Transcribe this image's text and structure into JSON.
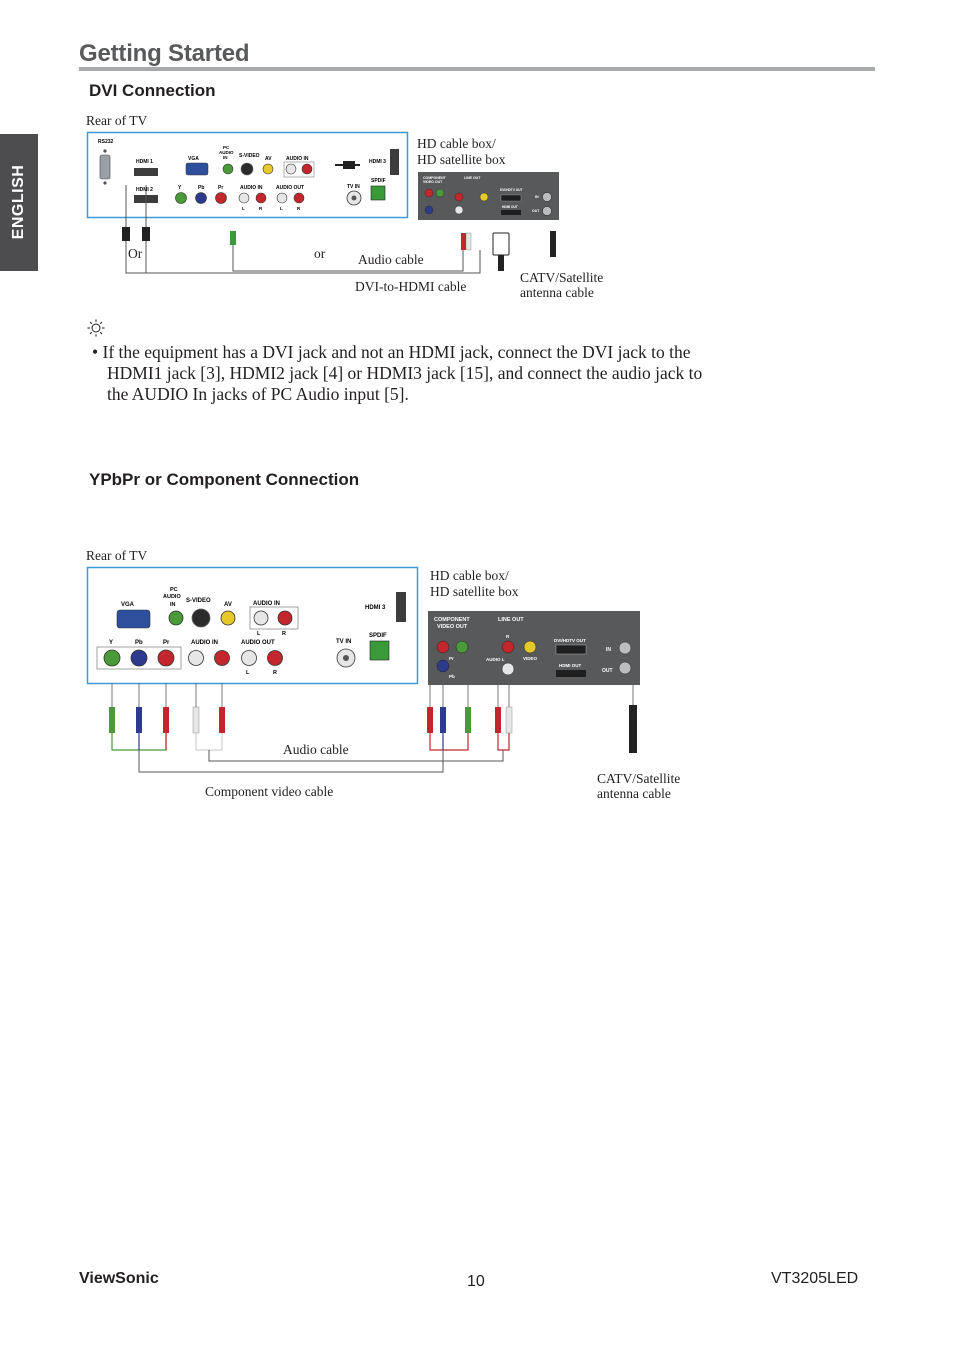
{
  "page": {
    "title": "Getting Started",
    "side_tab": "ENGLISH"
  },
  "dvi_section": {
    "heading": "DVI Connection",
    "rear_label": "Rear of TV",
    "box_label_1": "HD cable box/",
    "box_label_2": "HD satellite box",
    "or_label_1": "Or",
    "or_label_2": "or",
    "audio_cable": "Audio cable",
    "dvi_cable": "DVI-to-HDMI cable",
    "catv_1": "CATV/Satellite",
    "catv_2": "antenna cable",
    "tv_port_labels": [
      "RS232",
      "HDMI 1",
      "HDMI 2",
      "VGA",
      "PC AUDIO IN",
      "S-VIDEO",
      "AV",
      "AUDIO IN",
      "HDMI 3",
      "TV IN",
      "SPDIF",
      "Y",
      "Pb",
      "Pr",
      "AUDIO IN",
      "AUDIO OUT",
      "L",
      "R"
    ],
    "box_port_labels": [
      "COMPONENT VIDEO OUT",
      "LINE OUT",
      "DVI/HDTV OUT",
      "HDMI OUT",
      "IN",
      "OUT",
      "VIDEO"
    ]
  },
  "tip": {
    "icon": "lightbulb-icon",
    "line1": "• If the equipment has a DVI jack and not an HDMI jack, connect the DVI jack to the",
    "line2": "HDMI1 jack [3], HDMI2 jack [4] or HDMI3 jack [15], and connect the audio jack to",
    "line3": "the AUDIO In jacks of PC Audio input [5]."
  },
  "component_section": {
    "heading": "YPbPr or Component Connection",
    "rear_label": "Rear of TV",
    "box_label_1": "HD cable box/",
    "box_label_2": "HD satellite box",
    "audio_cable": "Audio cable",
    "component_cable": "Component video cable",
    "catv_1": "CATV/Satellite",
    "catv_2": "antenna cable",
    "tv_port_labels": [
      "VGA",
      "PC AUDIO IN",
      "S-VIDEO",
      "AV",
      "AUDIO IN",
      "L",
      "R",
      "HDMI 3",
      "SPDIF",
      "TV IN",
      "Y",
      "Pb",
      "Pr",
      "AUDIO IN",
      "AUDIO OUT",
      "L",
      "R"
    ],
    "box_port_labels": [
      "COMPONENT VIDEO OUT",
      "LINE OUT",
      "DVI/HDTV OUT",
      "HDMI OUT",
      "IN",
      "OUT",
      "Pr",
      "Pb",
      "VIDEO",
      "AUDIO L",
      "R"
    ]
  },
  "footer": {
    "brand": "ViewSonic",
    "page_number": "10",
    "model": "VT3205LED"
  },
  "colors": {
    "tv_panel_border": "#3a9bd6",
    "box_panel": "#58595b",
    "green_jack": "#4a9a3a",
    "blue_jack": "#2e3a8c",
    "red_jack": "#c4262e",
    "yellow_jack": "#e6c829",
    "white_jack": "#e6e6e6"
  }
}
